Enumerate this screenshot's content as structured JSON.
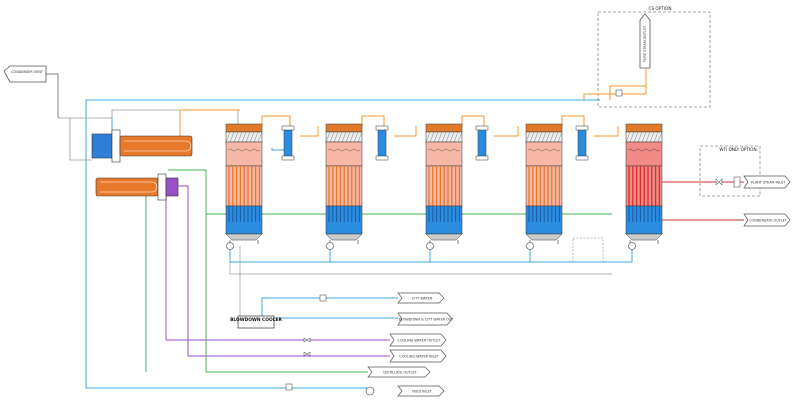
{
  "colors": {
    "blue": "#3fa9dc",
    "orange": "#f39a2e",
    "green": "#49b35a",
    "purple": "#9b4fc6",
    "gray": "#9a9a9a",
    "shell": "#f6b7a6",
    "shell_last": "#f28b86",
    "tube_orange": "#e8792b",
    "tube_red": "#d3322f",
    "bottom_blue": "#2b8de0",
    "cap": "#e07a2a",
    "condenser": "#e8792b",
    "cooler": "#9b4fc6",
    "heat_blue": "#2f7fd8"
  },
  "labels": {
    "cs_option": "CS OPTION",
    "pure_steam_outlet": "PURE STEAM OUTLET",
    "condenser_vent": "CONDENSER VENT",
    "wfi_only_option": "WFI ONLY OPTION",
    "plant_steam_inlet": "PLANT STEAM INLET",
    "condensate_outlet": "CONDENSATE OUTLET",
    "city_water": "CITY WATER",
    "blowdown_city_water_out": "BLOWDOWN & CITY WATER OUT",
    "cooling_water_outlet": "COOLING WATER OUTLET",
    "cooling_water_inlet": "COOLING WATER INLET",
    "distillate_outlet": "DISTILLATE OUTLET",
    "feed_inlet": "FEED INLET",
    "blowdown_cooler": "BLOWDOWN COOLER"
  },
  "columns": [
    {
      "name": "column-1",
      "last": false
    },
    {
      "name": "column-2",
      "last": false
    },
    {
      "name": "column-3",
      "last": false
    },
    {
      "name": "column-4",
      "last": false
    },
    {
      "name": "column-5",
      "last": true
    }
  ]
}
